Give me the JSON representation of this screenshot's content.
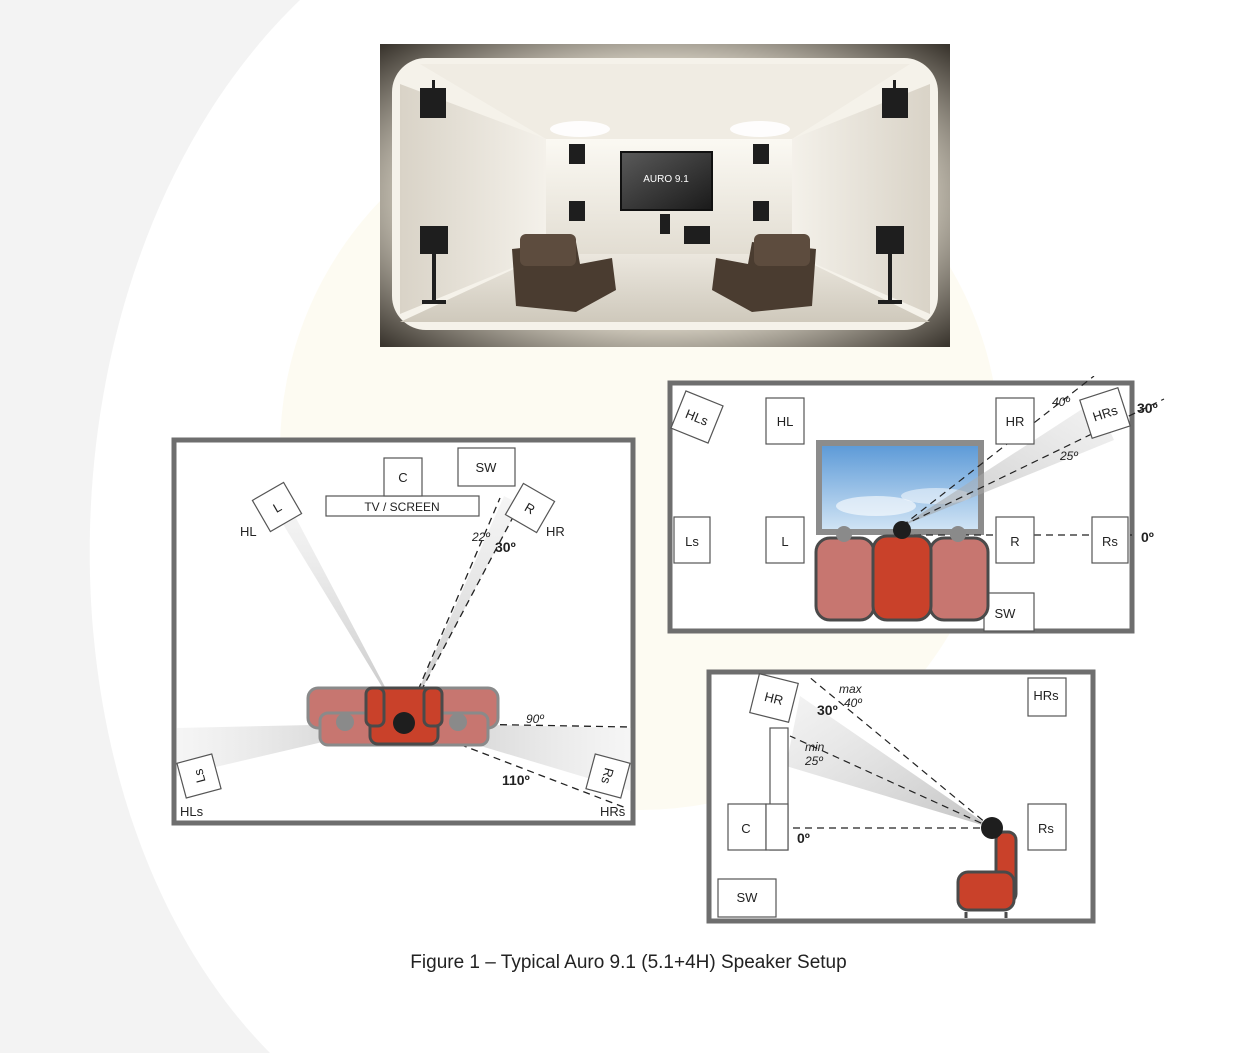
{
  "room_photo": {
    "screen_text": "AURO 9.1"
  },
  "top_view": {
    "screen_label": "TV / SCREEN",
    "speakers": {
      "C": "C",
      "SW": "SW",
      "L": "L",
      "R": "R",
      "HL": "HL",
      "HR": "HR",
      "Ls": "Ls",
      "Rs": "Rs",
      "HLs": "HLs",
      "HRs": "HRs"
    },
    "angles": {
      "a22": "22º",
      "a30": "30º",
      "a90": "90º",
      "a110": "110º"
    }
  },
  "front_view": {
    "speakers": {
      "HLs": "HLs",
      "HL": "HL",
      "HR": "HR",
      "HRs": "HRs",
      "Ls": "Ls",
      "L": "L",
      "R": "R",
      "Rs": "Rs",
      "SW": "SW"
    },
    "angles": {
      "a40": "40º",
      "a25": "25º",
      "a30": "30º",
      "a0": "0º"
    }
  },
  "side_view": {
    "speakers": {
      "HR": "HR",
      "HRs": "HRs",
      "C": "C",
      "Rs": "Rs",
      "SW": "SW"
    },
    "angles": {
      "max_label": "max",
      "max_val": "40º",
      "min_label": "min",
      "min_val": "25º",
      "a30": "30º",
      "a0": "0º"
    }
  },
  "caption": "Figure 1 – Typical Auro 9.1 (5.1+4H) Speaker Setup",
  "colors": {
    "seat_main": "#c9412a",
    "seat_side": "#c77670",
    "frame": "#6e6e6e",
    "wall": "#ece8e0"
  }
}
